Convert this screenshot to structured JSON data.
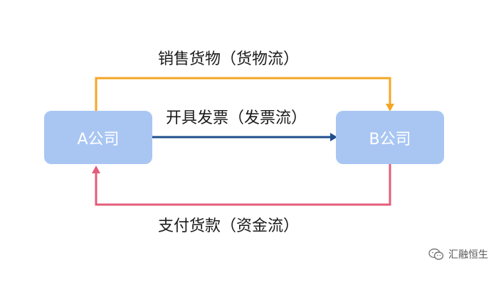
{
  "flows": {
    "goods_label": "销售货物（货物流）",
    "invoice_label": "开具发票（发票流）",
    "payment_label": "支付货款（资金流）"
  },
  "company_a": {
    "label": "A公司"
  },
  "company_b": {
    "label": "B公司"
  },
  "watermark": {
    "text": "汇融恒生",
    "icon": "wechat-icon"
  },
  "colors": {
    "box_fill": "#a9c6f3",
    "goods_arrow": "#f5a623",
    "invoice_arrow": "#1f4e8c",
    "payment_arrow": "#e35d7a"
  }
}
